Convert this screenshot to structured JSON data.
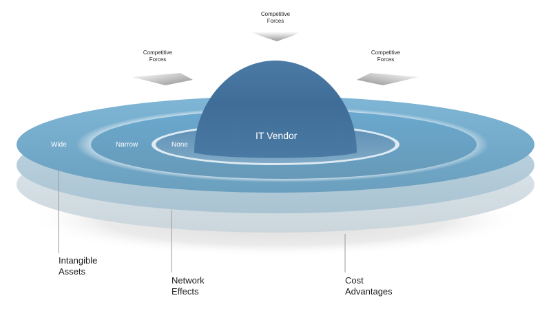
{
  "diagram": {
    "center": {
      "label": "IT Vendor"
    },
    "rings": [
      {
        "id": "none",
        "label": "None"
      },
      {
        "id": "narrow",
        "label": "Narrow"
      },
      {
        "id": "wide",
        "label": "Wide"
      }
    ],
    "forces": [
      {
        "id": "top",
        "line1": "Competitive",
        "line2": "Forces"
      },
      {
        "id": "left",
        "line1": "Competitive",
        "line2": "Forces"
      },
      {
        "id": "right",
        "line1": "Competitive",
        "line2": "Forces"
      }
    ],
    "moat_sources": [
      {
        "id": "intangible",
        "line1": "Intangible",
        "line2": "Assets"
      },
      {
        "id": "network",
        "line1": "Network",
        "line2": "Effects"
      },
      {
        "id": "cost",
        "line1": "Cost",
        "line2": "Advantages"
      }
    ],
    "colors": {
      "vendor": "#3f6d98",
      "ring_top": "#6aa6c9",
      "ring_mid": "#a8c6d6",
      "ring_bottom": "#cfdde4",
      "shadow": "#d9d9d9",
      "leader_line": "#999999"
    }
  }
}
